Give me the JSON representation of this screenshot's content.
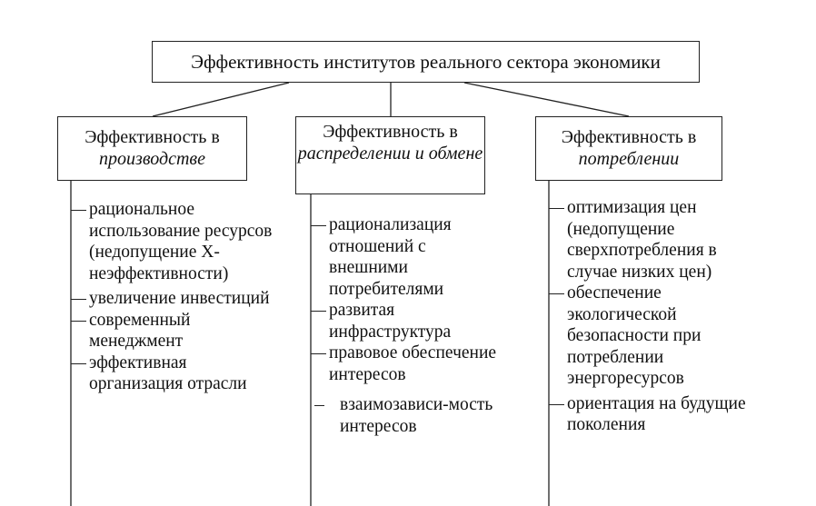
{
  "root": {
    "title": "Эффективность институтов реального сектора экономики"
  },
  "branches": [
    {
      "title": "Эффективность в",
      "subtitle": "производстве",
      "items": [
        "рациональное использование ресурсов (недопущение X-неэффективности)",
        "увеличение инвестиций",
        "современный менеджмент",
        "эффективная организация отрасли"
      ]
    },
    {
      "title": "Эффективность в",
      "subtitle": "распределении и обмене",
      "items": [
        "рационализация отношений с внешними потребителями",
        "развитая инфраструктура",
        "правовое обеспечение интересов",
        "взаимозависи-мость интересов"
      ]
    },
    {
      "title": "Эффективность в",
      "subtitle": "потреблении",
      "items": [
        "оптимизация цен (недопущение сверхпотребления в случае низких цен)",
        "обеспечение экологической безопасности при потреблении энергоресурсов",
        "ориентация на будущие поколения"
      ]
    }
  ]
}
